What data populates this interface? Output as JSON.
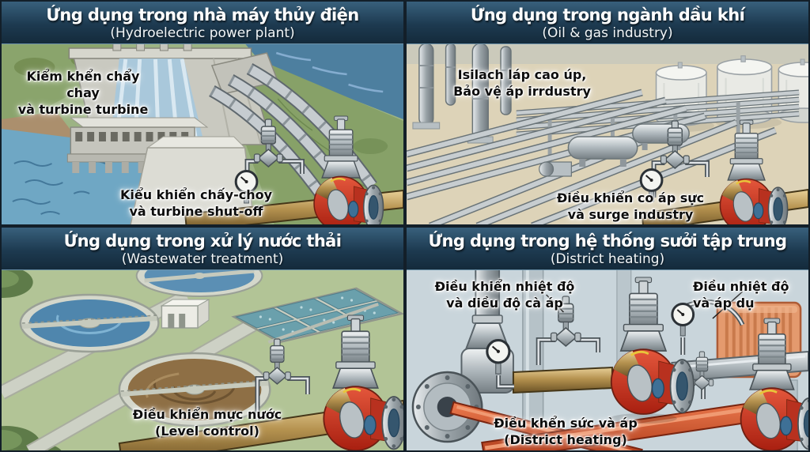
{
  "panels": {
    "hydro": {
      "title": "Ứng dụng trong nhà máy thủy điện",
      "subtitle": "(Hydroelectric power plant)",
      "labels": {
        "flow_control": {
          "line1": "Kiểm khển chẩy chay",
          "line2": "và turbine turbine"
        },
        "shutoff": {
          "line1": "Kiểu khiển chấy-choy",
          "line2": "và turbine shut-off"
        }
      }
    },
    "oilgas": {
      "title": "Ứng dụng trong ngành dầu khí",
      "subtitle": "(Oil & gas industry)",
      "labels": {
        "isolation": {
          "line1": "Isilach láp cao úp,",
          "line2": "Bảo vệ áp irrdustry"
        },
        "surge": {
          "line1": "Điều khiển co áp sực",
          "line2": "và surge industry"
        }
      }
    },
    "wastewater": {
      "title": "Ứng dụng trong xử lý nước thải",
      "subtitle": "(Wastewater treatment)",
      "labels": {
        "level": {
          "line1": "Điều khiển mực nước",
          "line2": "(Level control)"
        }
      }
    },
    "heating": {
      "title": "Ứng dụng trong hệ thống sưởi tập trung",
      "subtitle": "(District heating)",
      "labels": {
        "temp": {
          "line1": "Điều khiển nhiệt độ",
          "line2": "và diều độ cà áp"
        },
        "temp_pressure": {
          "line1": "Điều nhiệt độ",
          "line2": "và áp dụ"
        },
        "district": {
          "line1": "Điều khển sức và áp",
          "line2": "(District heating)"
        }
      }
    }
  },
  "colors": {
    "frame": "#131f29",
    "title_bar_top": "#38607c",
    "title_bar_bottom": "#142a3b",
    "title_text": "#ffffff",
    "label_text": "#0d0d0d",
    "valve_body_red": "#c0392b",
    "pipe_gold": "#b5924f",
    "steel_grey": "#b7c0c5",
    "water_blue": "#5b8fb4",
    "grass_green": "#a9bd8f",
    "sand_beige": "#ddd3b8",
    "heating_pipe_red": "#c44a28",
    "radiator_orange": "#e49a6e"
  }
}
